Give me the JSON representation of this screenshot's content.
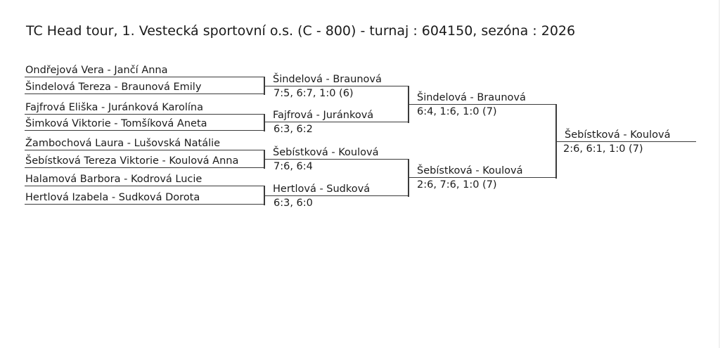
{
  "title": "TC Head tour, 1. Vestecká sportovní o.s. (C - 800) - turnaj : 604150, sezóna : 2026",
  "colors": {
    "background": "#ffffff",
    "text": "#1b1b1b",
    "line": "#3b3b3b"
  },
  "bracket": {
    "entrants": [
      "Ondřejová Vera - Jančí Anna",
      "Šindelová Tereza - Braunová Emily",
      "Fajfrová Eliška - Juránková Karolína",
      "Šimková Viktorie - Tomšíková Aneta",
      "Žambochová Laura - Lušovská Natálie",
      "Šebístková Tereza Viktorie - Koulová Anna",
      "Halamová Barbora - Kodrová Lucie",
      "Hertlová Izabela - Sudková Dorota"
    ],
    "round2_winners": [
      {
        "team": "Šindelová - Braunová",
        "score": "7:5, 6:7, 1:0 (6)"
      },
      {
        "team": "Fajfrová - Juránková",
        "score": "6:3, 6:2"
      },
      {
        "team": "Šebístková - Koulová",
        "score": "7:6, 6:4"
      },
      {
        "team": "Hertlová - Sudková",
        "score": "6:3, 6:0"
      }
    ],
    "semifinal_winners": [
      {
        "team": "Šindelová - Braunová",
        "score": "6:4, 1:6, 1:0 (7)"
      },
      {
        "team": "Šebístková - Koulová",
        "score": "2:6, 7:6, 1:0 (7)"
      }
    ],
    "champion": {
      "team": "Šebístková - Koulová",
      "score": "2:6, 6:1, 1:0 (7)"
    }
  }
}
